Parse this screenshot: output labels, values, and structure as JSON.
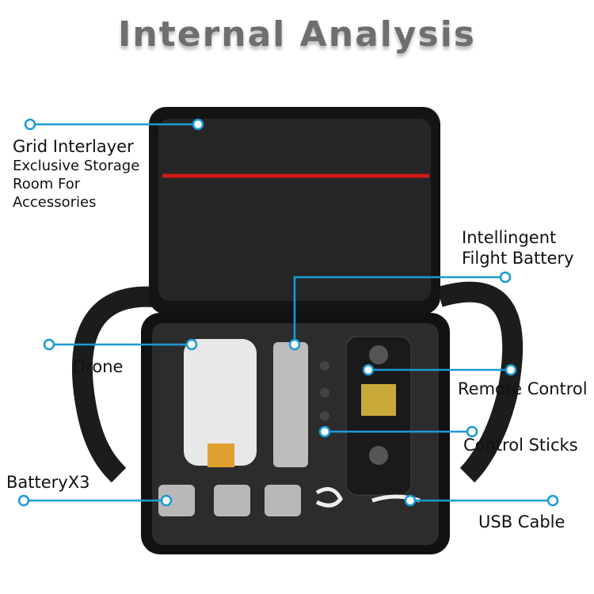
{
  "title": "Internal Analysis",
  "accent_color": "#1a9ad6",
  "callouts": {
    "grid": {
      "title": "Grid Interlayer",
      "lines": [
        "Exclusive Storage",
        "Room For",
        "Accessories"
      ]
    },
    "battery": {
      "lines": [
        "Intellingent",
        "Filght Battery"
      ]
    },
    "drone": {
      "title": "Drone"
    },
    "remote": {
      "title": "Remote Control"
    },
    "sticks": {
      "title": "Control Sticks"
    },
    "batteries": {
      "title": "BatteryX3"
    },
    "usb": {
      "title": "USB Cable"
    }
  }
}
